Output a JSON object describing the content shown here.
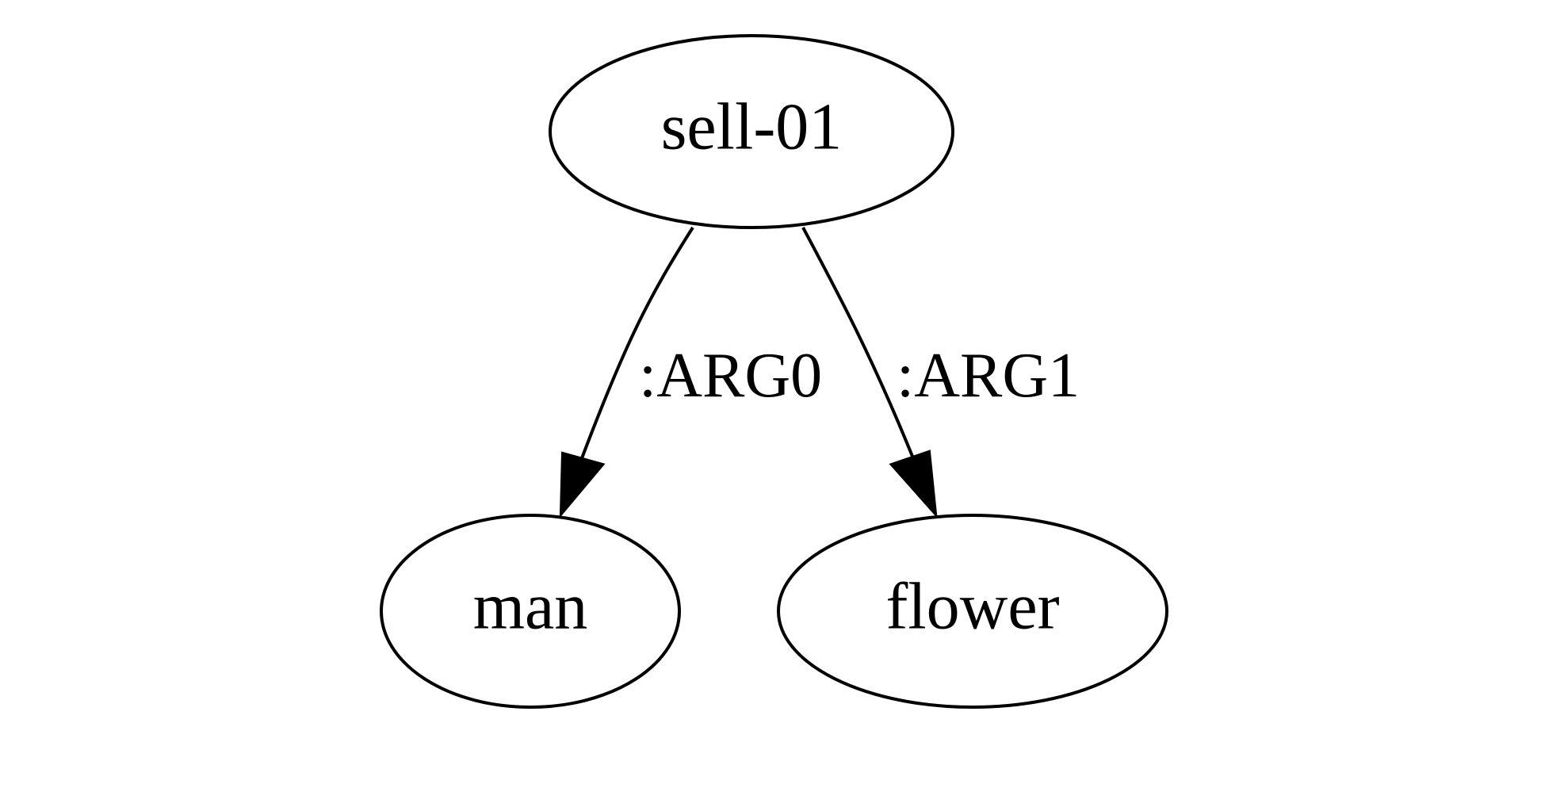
{
  "diagram": {
    "nodes": [
      {
        "id": "sell",
        "label": "sell-01"
      },
      {
        "id": "man",
        "label": "man"
      },
      {
        "id": "flower",
        "label": "flower"
      }
    ],
    "edges": [
      {
        "id": "arg0",
        "from": "sell",
        "to": "man",
        "label": ":ARG0"
      },
      {
        "id": "arg1",
        "from": "sell",
        "to": "flower",
        "label": ":ARG1"
      }
    ],
    "colors": {
      "background": "#ffffff",
      "stroke": "#000000",
      "text": "#000000"
    }
  }
}
